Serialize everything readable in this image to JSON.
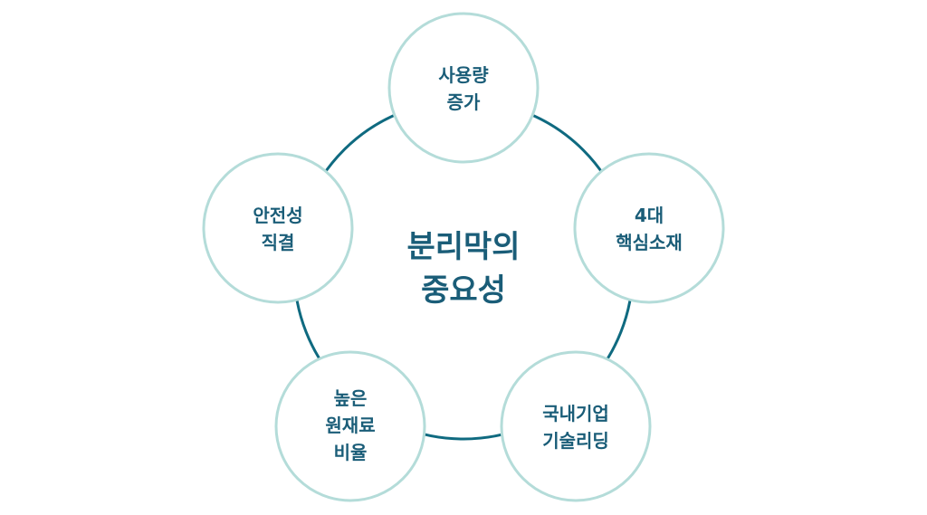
{
  "colors": {
    "ring": "#0f6a80",
    "node_border": "#b4dcd9",
    "text": "#1a5d78"
  },
  "center": {
    "lines": [
      "분리막의",
      "중요성"
    ]
  },
  "nodes": [
    {
      "lines": [
        "사용량",
        "증가"
      ]
    },
    {
      "lines": [
        "4대",
        "핵심소재"
      ]
    },
    {
      "lines": [
        "국내기업",
        "기술리딩"
      ]
    },
    {
      "lines": [
        "높은",
        "원재료",
        "비율"
      ]
    },
    {
      "lines": [
        "안전성",
        "직결"
      ]
    }
  ]
}
